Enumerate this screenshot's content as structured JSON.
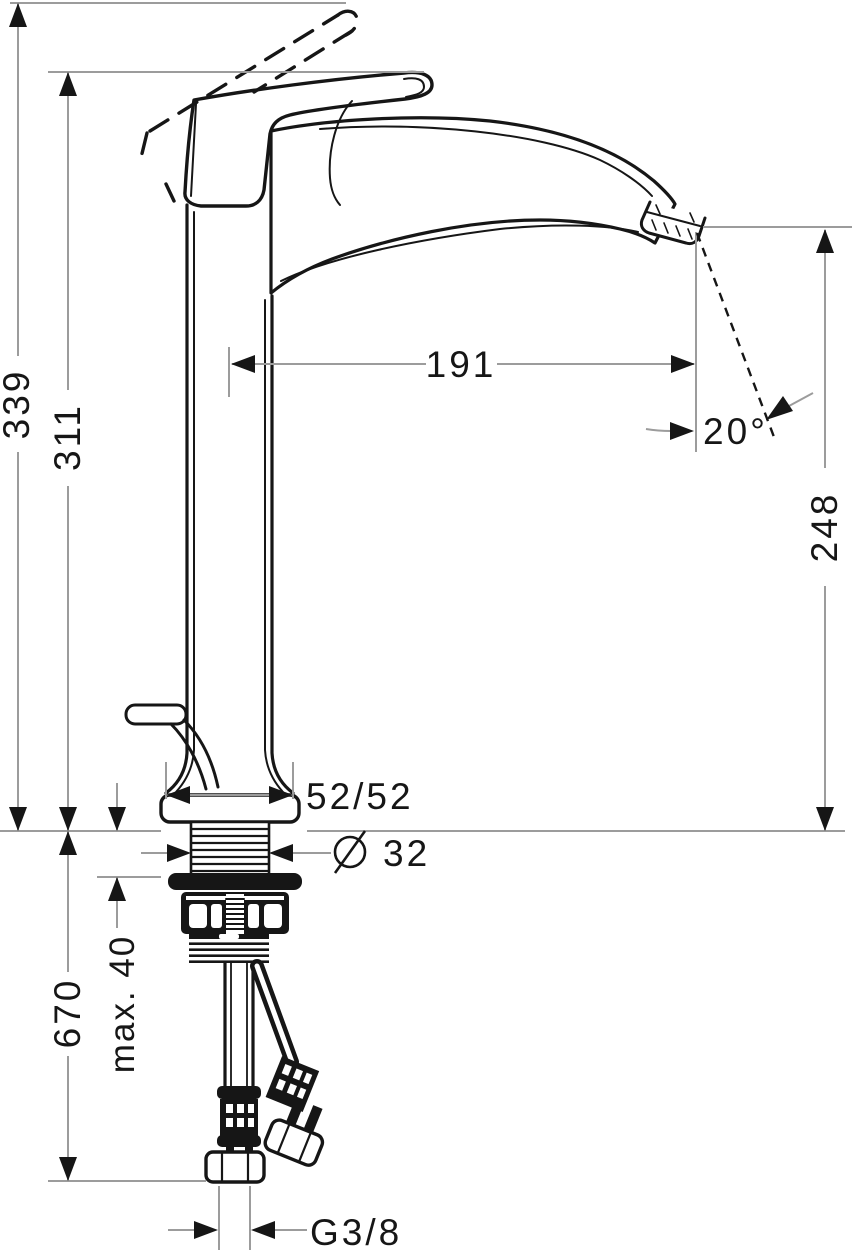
{
  "drawing": {
    "title": "faucet-dimension-drawing",
    "subject": "single-lever high-spout basin mixer, side elevation with flexible supply hoses",
    "dimensions": {
      "total_height": "339",
      "handle_height": "311",
      "spout_reach": "191",
      "spout_angle": "20°",
      "outlet_height": "248",
      "base_size": "52/52",
      "diameter_symbol": "⌀",
      "shank_diameter": "32",
      "max_mounting_thickness": "max. 40",
      "hose_length": "670",
      "thread_size": "G3/8"
    },
    "colors": {
      "line": "#161616",
      "dimension_line": "#9c9c9c",
      "background": "#ffffff"
    }
  }
}
